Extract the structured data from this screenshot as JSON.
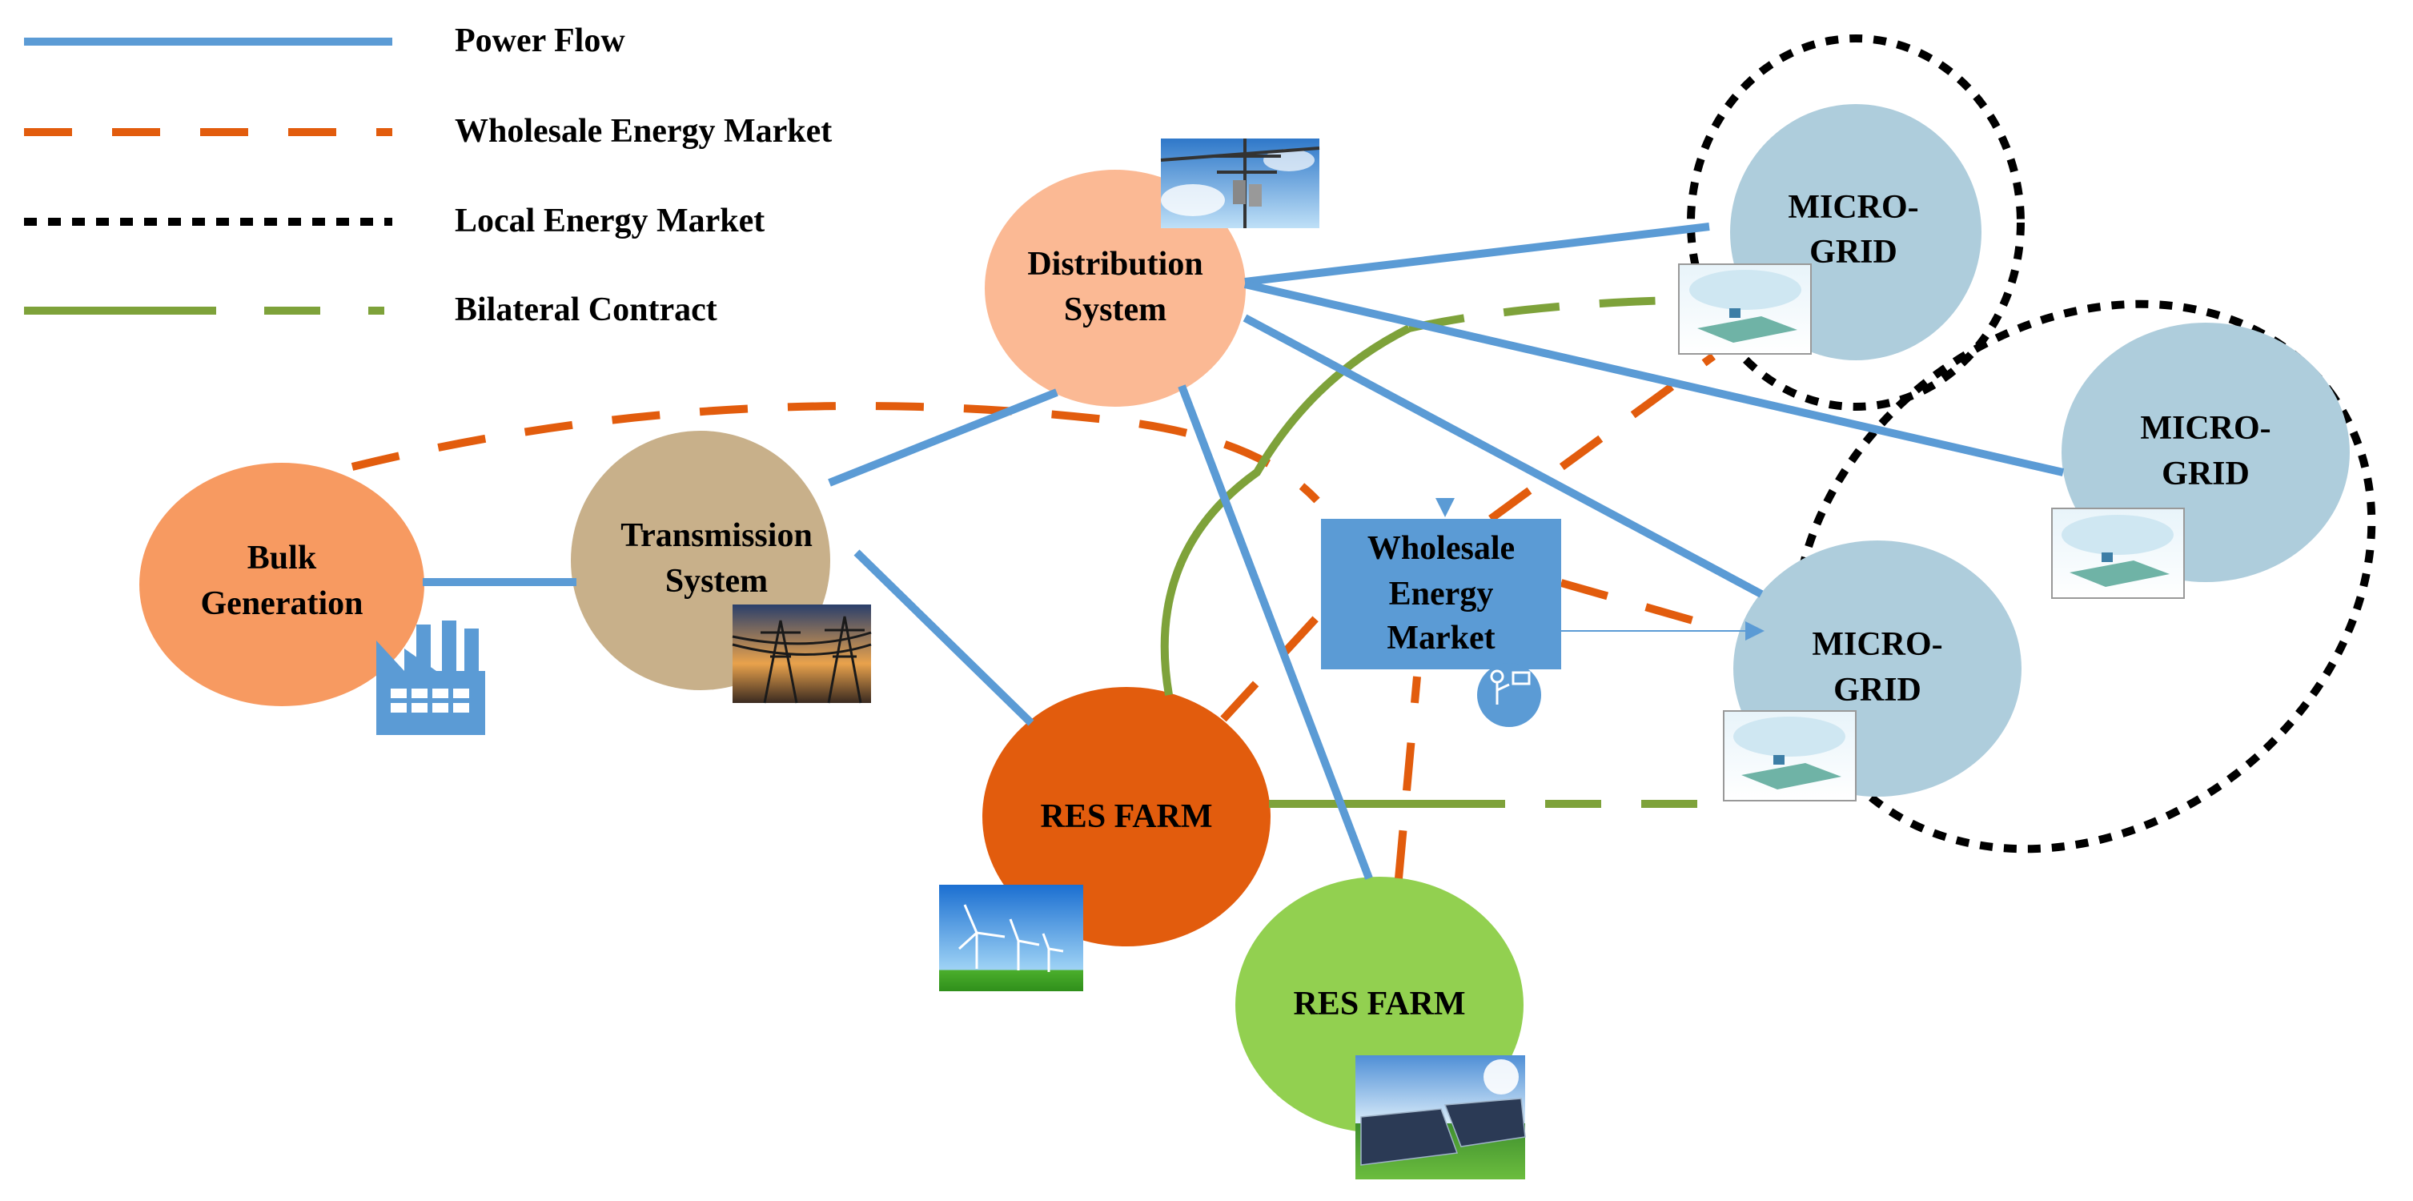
{
  "legend": [
    {
      "label": "Power Flow",
      "style": "solid",
      "color": "#5b9bd5"
    },
    {
      "label": "Wholesale Energy Market",
      "style": "dashed",
      "color": "#e25c0d"
    },
    {
      "label": "Local Energy Market",
      "style": "dotted",
      "color": "#000000"
    },
    {
      "label": "Bilateral Contract",
      "style": "dashed",
      "color": "#7ea23a"
    }
  ],
  "nodes": {
    "bulk_generation": {
      "line1": "Bulk",
      "line2": "Generation",
      "color": "#f79a61"
    },
    "transmission_system": {
      "line1": "Transmission",
      "line2": "System",
      "color": "#c8b08a"
    },
    "distribution_system": {
      "line1": "Distribution",
      "line2": "System",
      "color": "#fbb994"
    },
    "wholesale_energy_market": {
      "line1": "Wholesale",
      "line2": "Energy",
      "line3": "Market",
      "color": "#5b9bd5"
    },
    "res_farm_wind": {
      "label": "RES FARM",
      "color": "#e25c0d"
    },
    "res_farm_solar": {
      "label": "RES FARM",
      "color": "#92d050"
    },
    "microgrid_1": {
      "line1": "MICRO-",
      "line2": "GRID",
      "color": "#aecddc"
    },
    "microgrid_2": {
      "line1": "MICRO-",
      "line2": "GRID",
      "color": "#aecddc"
    },
    "microgrid_3": {
      "line1": "MICRO-",
      "line2": "GRID",
      "color": "#aecddc"
    }
  },
  "icons": [
    "factory-icon",
    "transmission-tower-photo",
    "utility-pole-photo",
    "wind-turbine-photo",
    "solar-panel-photo",
    "microgrid-illustration",
    "trader-icon"
  ]
}
